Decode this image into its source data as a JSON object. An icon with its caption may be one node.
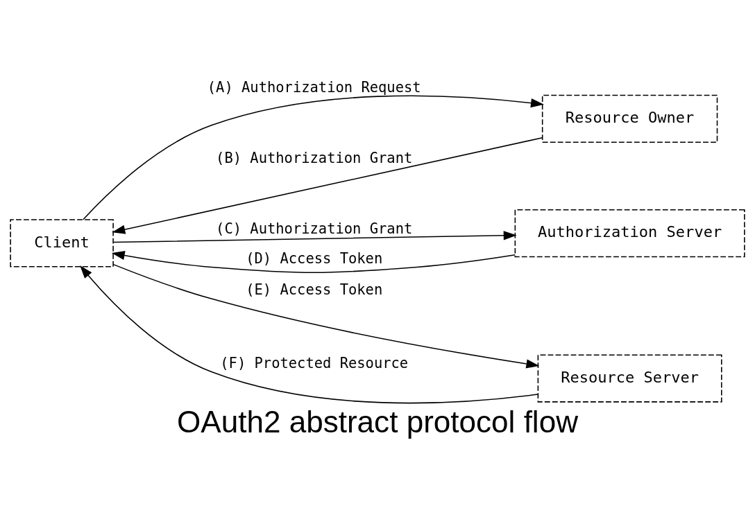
{
  "diagram": {
    "caption": "OAuth2 abstract protocol flow",
    "nodes": [
      {
        "text": [
          "Client"
        ]
      },
      {
        "text": [
          "Resource Owner"
        ]
      },
      {
        "text": [
          "Authorization Server"
        ]
      },
      {
        "text": [
          "Resource Server"
        ]
      }
    ],
    "edges": [
      {
        "from": 0,
        "to": 1,
        "arrow": "to",
        "label": "(A) Authorization Request"
      },
      {
        "from": 1,
        "to": 0,
        "arrow": "to",
        "label": "(B) Authorization Grant"
      },
      {
        "from": 0,
        "to": 2,
        "arrow": "to",
        "label": "(C) Authorization Grant"
      },
      {
        "from": 2,
        "to": 0,
        "arrow": "to",
        "label": "(D) Access Token"
      },
      {
        "from": 0,
        "to": 3,
        "arrow": "to",
        "label": "(E) Access Token"
      },
      {
        "from": 3,
        "to": 0,
        "arrow": "to",
        "label": "(F) Protected Resource"
      }
    ]
  }
}
